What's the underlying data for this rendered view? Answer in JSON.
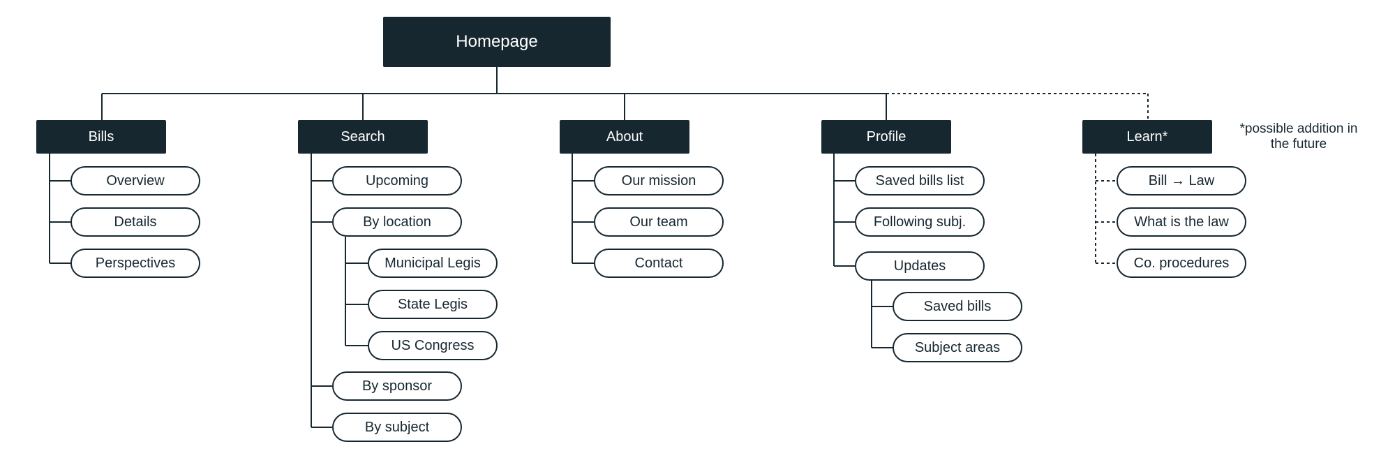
{
  "diagram": {
    "root": "Homepage",
    "sections": [
      {
        "label": "Bills",
        "children": [
          "Overview",
          "Details",
          "Perspectives"
        ]
      },
      {
        "label": "Search",
        "children": [
          "Upcoming",
          "By location",
          "By sponsor",
          "By subject"
        ],
        "nested": {
          "parent": "By location",
          "children": [
            "Municipal Legis",
            "State Legis",
            "US Congress"
          ]
        }
      },
      {
        "label": "About",
        "children": [
          "Our mission",
          "Our team",
          "Contact"
        ]
      },
      {
        "label": "Profile",
        "children": [
          "Saved bills list",
          "Following subj.",
          "Updates"
        ],
        "nested": {
          "parent": "Updates",
          "children": [
            "Saved bills",
            "Subject areas"
          ]
        }
      },
      {
        "label": "Learn*",
        "children": [
          "Bill → Law",
          "What is the law",
          "Co. procedures"
        ],
        "line_style": "dashed"
      }
    ],
    "footnote": "*possible addition in the future"
  },
  "colors": {
    "node_fill": "#162730",
    "node_text": "#ffffff",
    "line": "#162730",
    "pill_fill": "#ffffff"
  }
}
